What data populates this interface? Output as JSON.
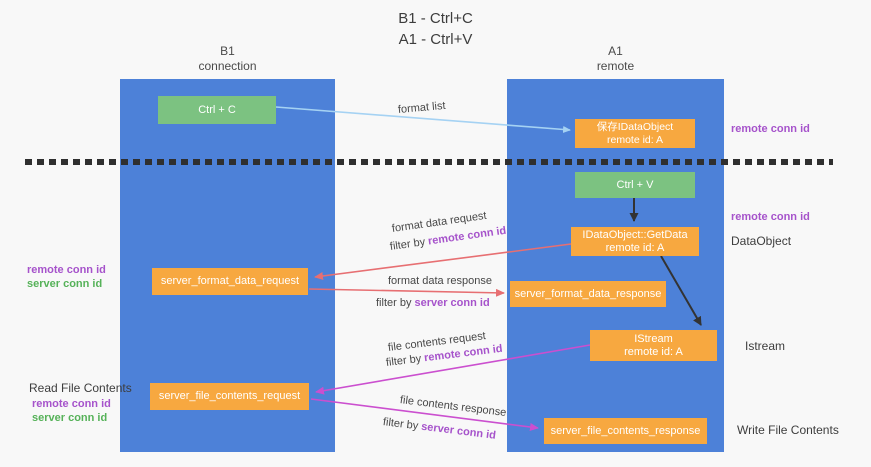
{
  "title": {
    "line1": "B1 - Ctrl+C",
    "line2": "A1 - Ctrl+V"
  },
  "lanes": {
    "left": {
      "name": "B1",
      "subtitle": "connection"
    },
    "right": {
      "name": "A1",
      "subtitle": "remote"
    }
  },
  "nodes": {
    "ctrl_c": "Ctrl + C",
    "ctrl_v": "Ctrl + V",
    "save_dataobject": {
      "line1": "保存IDataObject",
      "line2": "remote id: A"
    },
    "getdata": {
      "line1": "IDataObject::GetData",
      "line2": "remote id: A"
    },
    "istream": {
      "line1": "IStream",
      "line2": "remote id: A"
    },
    "server_format_data_request": "server_format_data_request",
    "server_format_data_response": "server_format_data_response",
    "server_file_contents_request": "server_file_contents_request",
    "server_file_contents_response": "server_file_contents_response"
  },
  "edge_labels": {
    "format_list": "format list",
    "format_data_request": "format data request",
    "format_data_response": "format data response",
    "file_contents_request": "file contents request",
    "file_contents_response": "file contents response",
    "filter_by": "filter by",
    "remote_conn_id": "remote conn id",
    "server_conn_id": "server conn id"
  },
  "side_labels": {
    "right_top_remote_conn_id": "remote conn id",
    "right_mid_remote_conn_id": "remote conn id",
    "dataobject": "DataObject",
    "istream": "Istream",
    "write_file_contents": "Write File Contents",
    "left_remote_conn_id": "remote conn id",
    "left_server_conn_id": "server conn id",
    "read_file_contents": "Read File Contents",
    "left_lower_remote_conn_id": "remote conn id",
    "left_lower_server_conn_id": "server conn id"
  },
  "colors": {
    "background": "#f8f8f8",
    "lane_fill": "#4d81d8",
    "node_orange": "#f7a840",
    "node_green": "#7cc281",
    "arrow_blue": "#a5d2f3",
    "arrow_salmon": "#e76f72",
    "arrow_magenta": "#cb4fcf",
    "arrow_black": "#333333",
    "label_purple": "#a653cb",
    "label_green": "#56b259",
    "text_dark": "#3d3d3d"
  }
}
